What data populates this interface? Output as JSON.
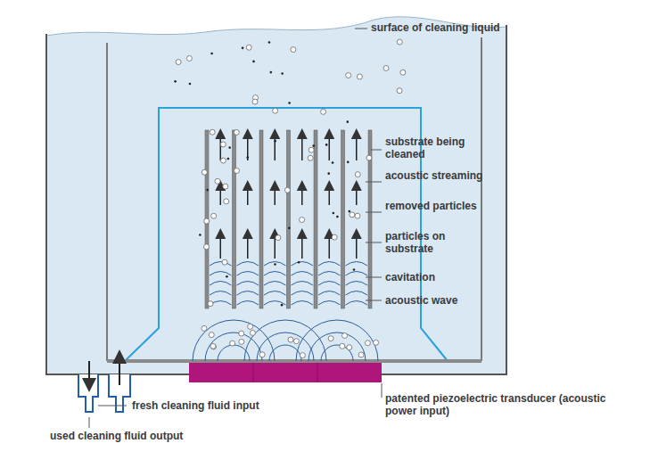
{
  "diagram": {
    "labels": [
      "surface of cleaning liquid",
      "substrate being cleaned",
      "acoustic streaming",
      "removed particles",
      "particles on substrate",
      "cavitation",
      "acoustic wave",
      "patented piezoelectric transducer (acoustic power input)",
      "fresh cleaning fluid input",
      "used cleaning fluid output"
    ]
  }
}
